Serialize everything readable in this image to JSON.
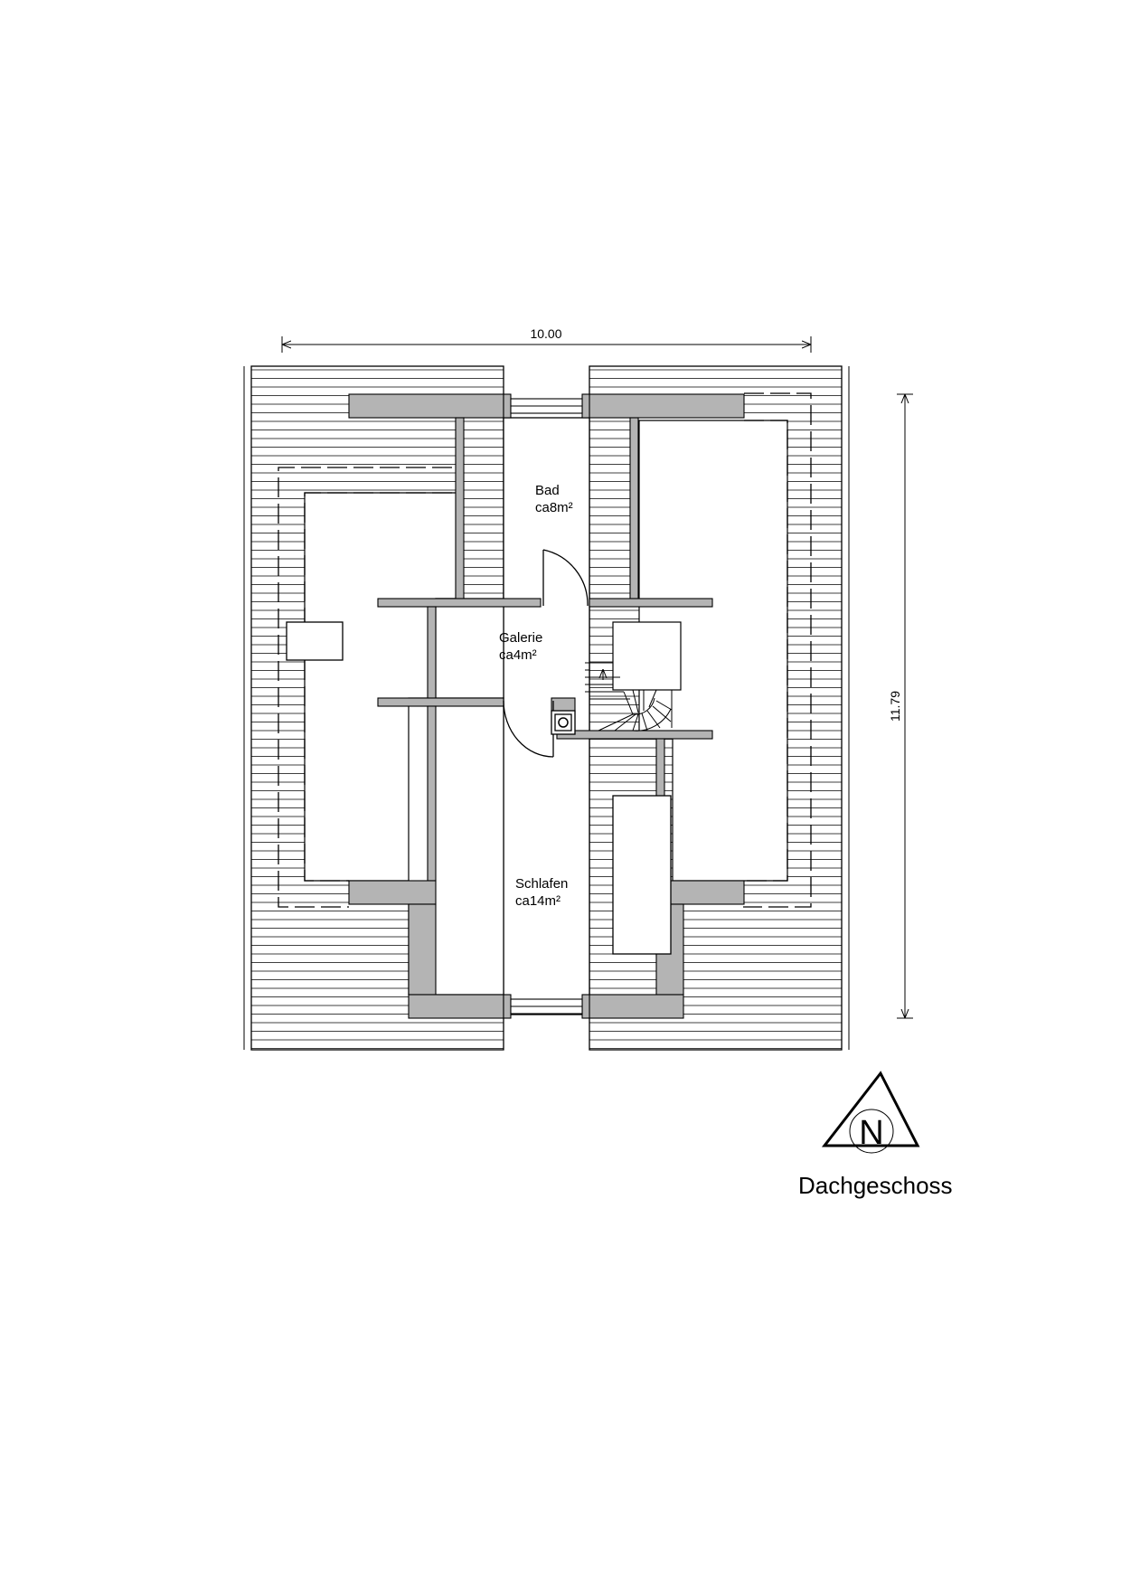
{
  "drawing": {
    "floor_name": "Dachgeschoss",
    "north_letter": "N",
    "dimensions": {
      "width_label": "10.00",
      "depth_label": "11.79"
    },
    "rooms": [
      {
        "name": "Bad",
        "area": "ca8m²"
      },
      {
        "name": "Galerie",
        "area": "ca4m²"
      },
      {
        "name": "Schlafen",
        "area": "ca14m²"
      }
    ]
  },
  "colors": {
    "wall_fill": "#b4b4b4",
    "line": "#000000",
    "background": "#ffffff"
  }
}
